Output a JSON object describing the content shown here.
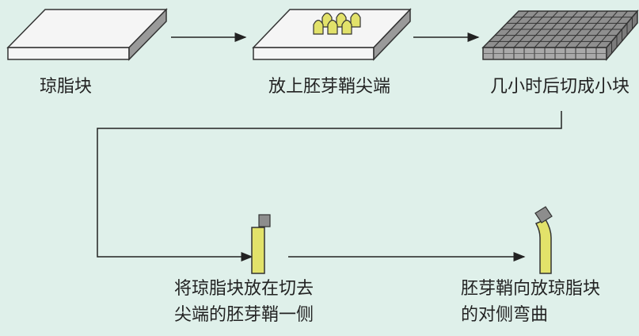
{
  "labels": {
    "step1": "琼脂块",
    "step2": "放上胚芽鞘尖端",
    "step3": "几小时后切成小块",
    "step4_line1": "将琼脂块放在切去",
    "step4_line2": "尖端的胚芽鞘一侧",
    "step5_line1": "胚芽鞘向放琼脂块",
    "step5_line2": "的对侧弯曲"
  },
  "colors": {
    "background": "#dff0ea",
    "block_top": "#f5f5f5",
    "block_side": "#9a9a9a",
    "coleoptile": "#e2e26a",
    "stroke": "#333333"
  }
}
